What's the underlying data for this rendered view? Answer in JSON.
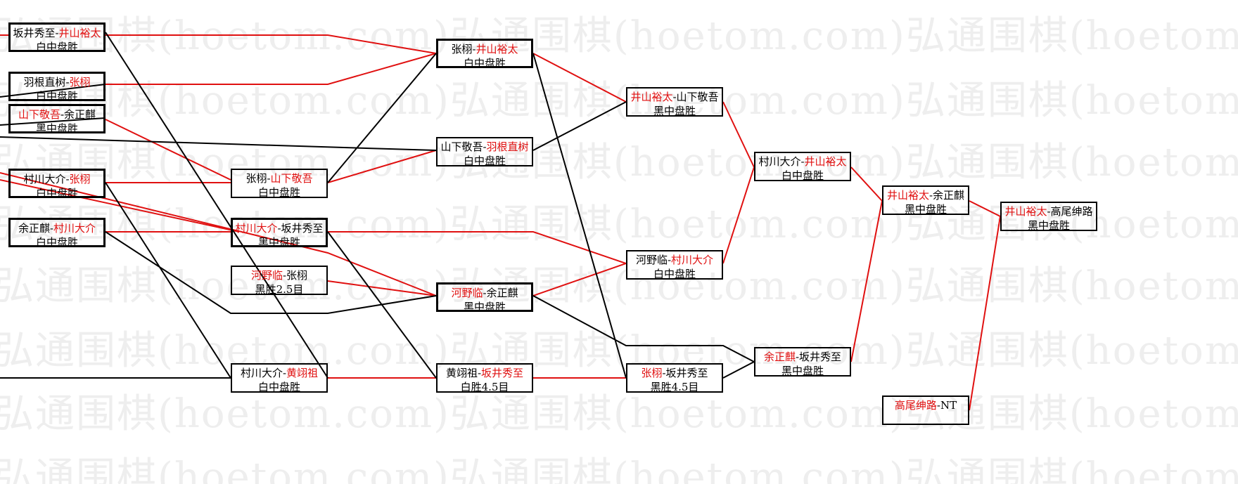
{
  "watermark": {
    "text": "弘通围棋(hoetom.com)"
  },
  "colors": {
    "winner_line": "#e01010",
    "loser_line": "#000000",
    "winner_text": "#e01010"
  },
  "matches": [
    {
      "id": "m1",
      "p1": "坂井秀至",
      "p2": "井山裕太",
      "sep": "-",
      "winner": 2,
      "result": "白中盘胜"
    },
    {
      "id": "m2",
      "p1": "羽根直树",
      "p2": "张栩",
      "sep": "-",
      "winner": 2,
      "result": "白中盘胜"
    },
    {
      "id": "m3",
      "p1": "山下敬吾",
      "p2": "余正麒",
      "sep": "-",
      "winner": 1,
      "result": "黑中盘胜"
    },
    {
      "id": "m4",
      "p1": "村川大介",
      "p2": "张栩",
      "sep": "-",
      "winner": 2,
      "result": "白中盘胜"
    },
    {
      "id": "m5",
      "p1": "余正麒",
      "p2": "村川大介",
      "sep": "-",
      "winner": 2,
      "result": "白中盘胜"
    },
    {
      "id": "r2a",
      "p1": "张栩",
      "p2": "山下敬吾",
      "sep": "-",
      "winner": 2,
      "result": "白中盘胜"
    },
    {
      "id": "r2b",
      "p1": "村川大介",
      "p2": "坂井秀至",
      "sep": "-",
      "winner": 1,
      "result": "黑中盘胜"
    },
    {
      "id": "r2c",
      "p1": "河野临",
      "p2": "张栩",
      "sep": "-",
      "winner": 1,
      "result": "黑胜2.5目"
    },
    {
      "id": "r2d",
      "p1": "村川大介",
      "p2": "黄翊祖",
      "sep": "-",
      "winner": 2,
      "result": "白中盘胜"
    },
    {
      "id": "r3a",
      "p1": "张栩",
      "p2": "井山裕太",
      "sep": "-",
      "winner": 2,
      "result": "白中盘胜"
    },
    {
      "id": "r3b",
      "p1": "山下敬吾",
      "p2": "羽根直树",
      "sep": "-",
      "winner": 2,
      "result": "白中盘胜"
    },
    {
      "id": "r3c",
      "p1": "河野临",
      "p2": "余正麒",
      "sep": "-",
      "winner": 1,
      "result": "黑中盘胜"
    },
    {
      "id": "r3d",
      "p1": "黄翊祖",
      "p2": "坂井秀至",
      "sep": "-",
      "winner": 2,
      "result": "白胜4.5目"
    },
    {
      "id": "r4a",
      "p1": "井山裕太",
      "p2": "山下敬吾",
      "sep": "-",
      "winner": 1,
      "result": "黑中盘胜"
    },
    {
      "id": "r4b",
      "p1": "河野临",
      "p2": "村川大介",
      "sep": "-",
      "winner": 2,
      "result": "白中盘胜"
    },
    {
      "id": "r4c",
      "p1": "张栩",
      "p2": "坂井秀至",
      "sep": "-",
      "winner": 1,
      "result": "黑胜4.5目"
    },
    {
      "id": "r5a",
      "p1": "村川大介",
      "p2": "井山裕太",
      "sep": "-",
      "winner": 2,
      "result": "白中盘胜"
    },
    {
      "id": "r5b",
      "p1": "余正麒",
      "p2": "坂井秀至",
      "sep": "-",
      "winner": 1,
      "result": "黑中盘胜"
    },
    {
      "id": "r6a",
      "p1": "井山裕太",
      "p2": "余正麒",
      "sep": "-",
      "winner": 1,
      "result": "黑中盘胜"
    },
    {
      "id": "r6b",
      "p1": "高尾绅路",
      "p2": "NT",
      "sep": "-",
      "winner": 1,
      "result": ""
    },
    {
      "id": "final",
      "p1": "井山裕太",
      "p2": "高尾绅路",
      "sep": "-",
      "winner": 1,
      "result": "黑中盘胜"
    }
  ]
}
